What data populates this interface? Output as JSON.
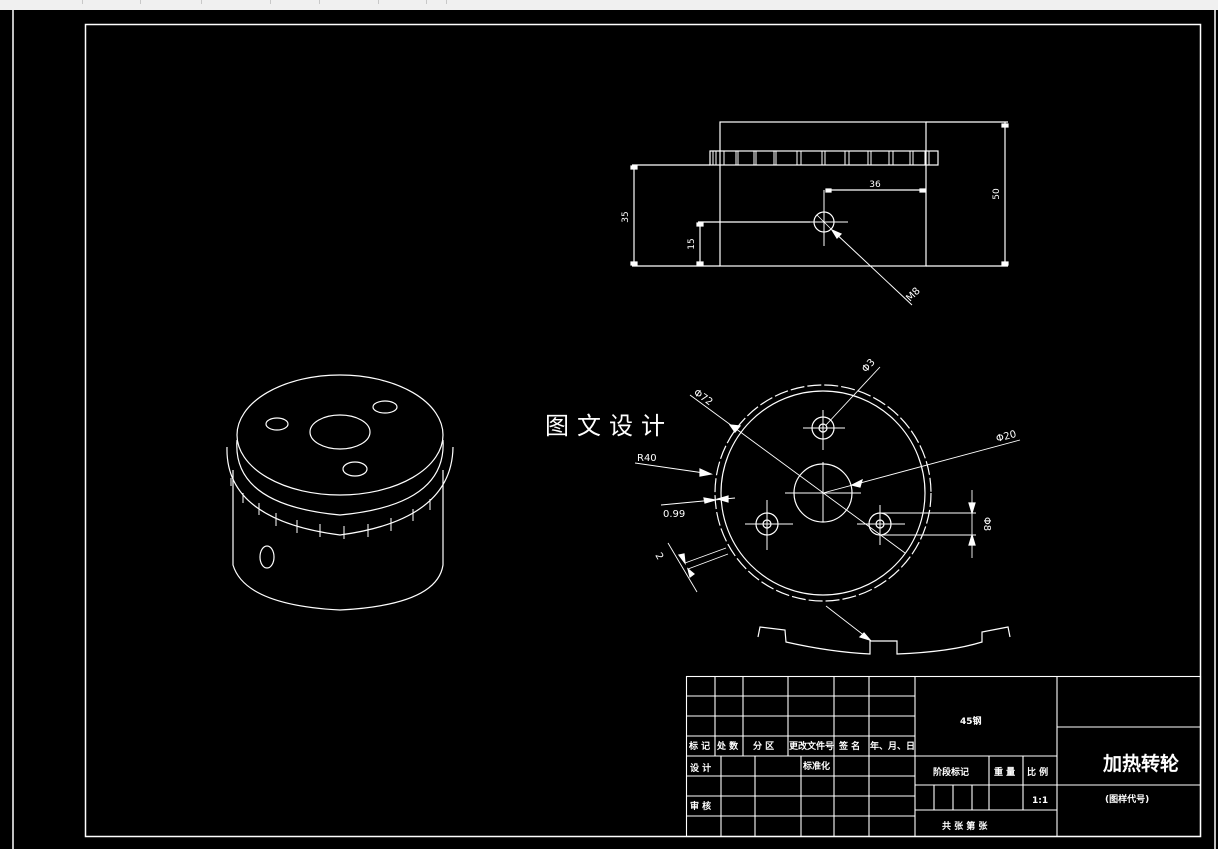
{
  "app": {
    "toolbar_ticks": [
      246,
      421,
      602,
      810,
      957,
      1133,
      1278,
      1337
    ]
  },
  "drawing": {
    "background": "#000000",
    "line_color": "#ffffff",
    "watermark": "图文设计",
    "front_view": {
      "dimensions": {
        "height_left": "35",
        "hole_height": "15",
        "hole_offset": "36",
        "total_height": "50",
        "thread": "M8"
      }
    },
    "top_view": {
      "dimensions": {
        "outer_dia": "Φ72",
        "small_hole": "Φ3",
        "center_hole": "Φ20",
        "radius": "R40",
        "groove_depth": "0.99",
        "groove_width": "2",
        "bolt_hole": "Φ8"
      }
    }
  },
  "title_block": {
    "material": "45钢",
    "part_name": "加热转轮",
    "drawing_code": "(图样代号)",
    "scale": "1:1",
    "headers": {
      "mark": "标 记",
      "count": "处 数",
      "zone": "分 区",
      "doc_no": "更改文件号",
      "sign": "签 名",
      "date": "年、月、日"
    },
    "rows": {
      "design": "设 计",
      "standardize": "标准化",
      "review": "审 核"
    },
    "stage_mark": "阶段标记",
    "weight": "重 量",
    "ratio": "比 例",
    "sheets": "共   张     第   张"
  }
}
